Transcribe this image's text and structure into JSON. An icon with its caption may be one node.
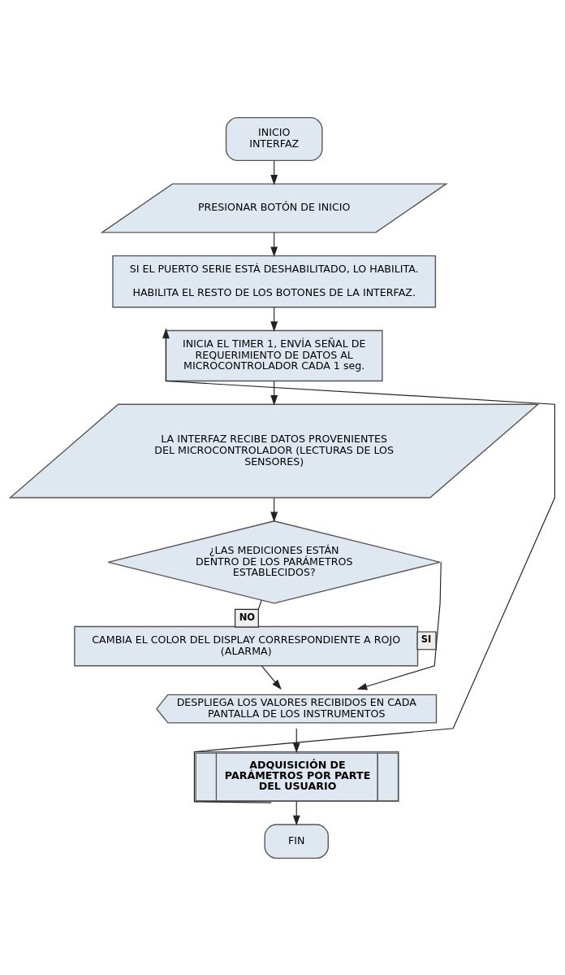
{
  "diagram": {
    "nodes": [
      {
        "text": [
          "INICIO INTERFAZ"
        ]
      },
      {
        "text": [
          "PRESIONAR BOTÓN DE INICIO"
        ]
      },
      {
        "text": [
          "SI EL PUERTO SERIE ESTÁ DESHABILITADO, LO HABILITA.",
          "HABILITA EL RESTO DE LOS BOTONES DE LA INTERFAZ."
        ]
      },
      {
        "text": [
          "INICIA EL TIMER 1, ENVÍA SEÑAL DE REQUERIMIENTO DE DATOS AL MICROCONTROLADOR CADA 1 seg."
        ]
      },
      {
        "text": [
          "LA INTERFAZ RECIBE DATOS PROVENIENTES DEL MICROCONTROLADOR (LECTURAS DE LOS SENSORES)"
        ]
      },
      {
        "text": [
          "¿LAS MEDICIONES ESTÁN DENTRO DE LOS PARÁMETROS ESTABLECIDOS?"
        ]
      },
      {
        "text": [
          "CAMBIA EL COLOR DEL DISPLAY CORRESPONDIENTE A ROJO (ALARMA)"
        ]
      },
      {
        "text": [
          "DESPLIEGA LOS VALORES RECIBIDOS EN CADA PANTALLA DE LOS INSTRUMENTOS"
        ]
      },
      {
        "text": [
          "ADQUISICIÓN DE PARÁMETROS POR PARTE DEL USUARIO"
        ]
      },
      {
        "text": [
          "FIN"
        ]
      }
    ],
    "edges": [
      {
        "from": 0,
        "to": 1,
        "arrow": "to"
      },
      {
        "from": 1,
        "to": 2,
        "arrow": "to"
      },
      {
        "from": 2,
        "to": 3,
        "arrow": "to"
      },
      {
        "from": 3,
        "to": 4,
        "arrow": "to"
      },
      {
        "from": 4,
        "to": 5,
        "arrow": "to"
      },
      {
        "from": 5,
        "to": 6,
        "label": "NO",
        "arrow": "to"
      },
      {
        "from": 5,
        "to": 7,
        "label": "SI",
        "arrow": "to"
      },
      {
        "from": 6,
        "to": 7,
        "arrow": "to"
      },
      {
        "from": 7,
        "to": 8,
        "arrow": "to"
      },
      {
        "from": 8,
        "to": 9,
        "arrow": "to"
      },
      {
        "from": 8,
        "to": 3,
        "arrow": "to"
      }
    ]
  }
}
